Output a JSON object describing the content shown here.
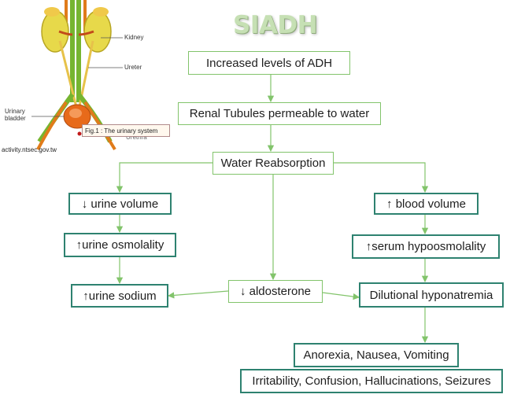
{
  "title": "SIADH",
  "figure": {
    "labels": {
      "kidney": "Kidney",
      "ureter": "Ureter",
      "bladder_line1": "Urinary",
      "bladder_line2": "bladder",
      "urethra": "Urethra"
    },
    "caption": "Fig.1 : The urinary system",
    "source": "activity.ntsec.gov.tw"
  },
  "boxes": {
    "adh": "Increased levels of ADH",
    "tubules": "Renal Tubules permeable to water",
    "reabsorption": "Water Reabsorption",
    "urine_volume": "↓ urine volume",
    "urine_osmolality": "↑urine osmolality",
    "urine_sodium": "↑urine sodium",
    "aldosterone": "↓ aldosterone",
    "blood_volume": "↑ blood volume",
    "serum_hypoosmolality": "↑serum hypoosmolality",
    "dilutional_hyponatremia": "Dilutional hyponatremia",
    "symptoms_gi": "Anorexia, Nausea, Vomiting",
    "symptoms_neuro": "Irritability, Confusion, Hallucinations, Seizures"
  },
  "colors": {
    "light_border": "#82c46b",
    "dark_border": "#2e8270",
    "arrow": "#82c46b",
    "title": "#c6e0b4"
  }
}
